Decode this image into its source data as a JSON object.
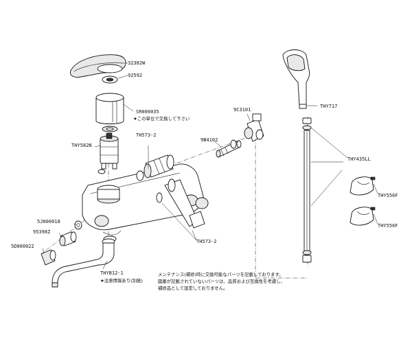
{
  "labels": {
    "handle": "32382W",
    "cap": "92592",
    "cartridge_code": "SR000035",
    "cartridge_note": "★この単位で交換して下さい",
    "spindle": "THY582N",
    "check_valve_left": "TH573-2",
    "check_valve_right": "TH573-2",
    "pipe": "9B4102",
    "joint": "9C3101",
    "shower_head": "THY717",
    "hose": "THY435LL",
    "holder_upper": "THY556F",
    "holder_lower": "THY556F",
    "packing": "5J000018",
    "union_nut": "95398Z",
    "eccentric": "5D000022",
    "spout": "THYB12-1",
    "spout_note": "★注意情報あり(別紙)"
  },
  "notes": {
    "line1": "メンテナンス(補修)時に交換可能なパーツを記載しております。",
    "line2": "図番が記載されていないパーツは、品質および互換性を考慮し、",
    "line3": "補修品として設定しておりません。"
  }
}
